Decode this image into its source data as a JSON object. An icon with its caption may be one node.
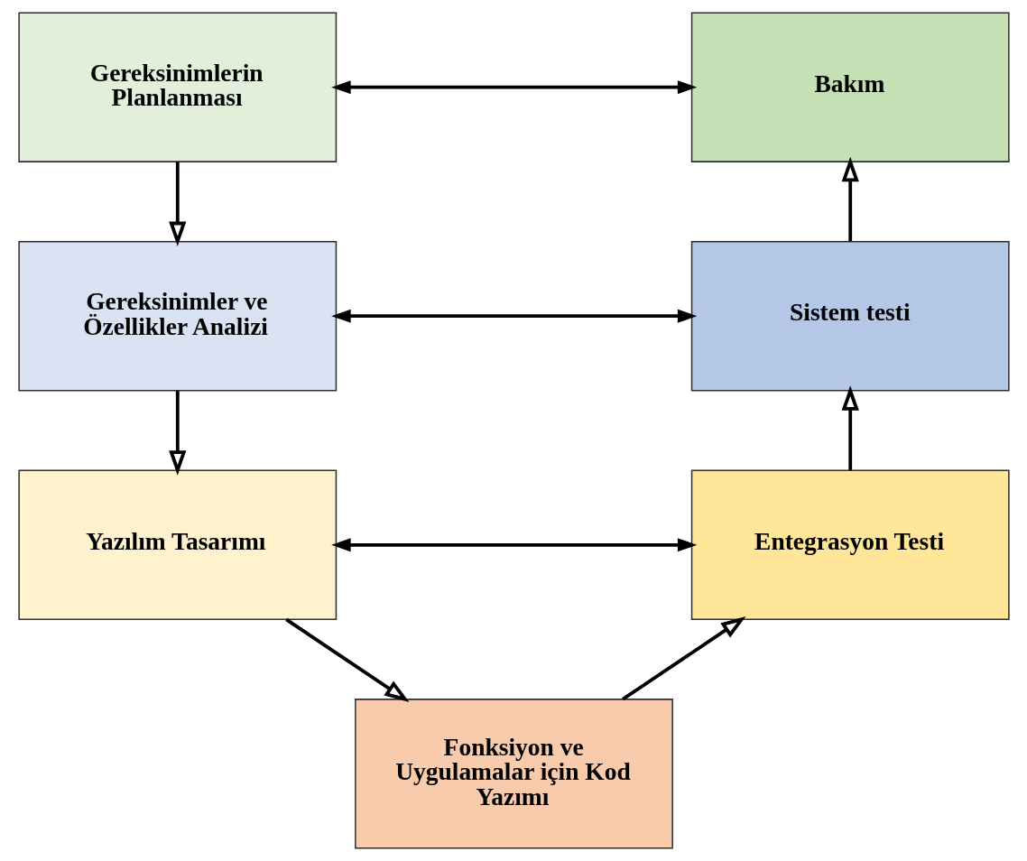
{
  "diagram": {
    "nodes": [
      {
        "text": [
          "Gereksinimlerin Planlanması"
        ]
      },
      {
        "text": [
          "Bakım"
        ]
      },
      {
        "text": [
          "Gereksinimler ve Özellikler Analizi"
        ]
      },
      {
        "text": [
          "Sistem testi"
        ]
      },
      {
        "text": [
          "Yazılım Tasarımı"
        ]
      },
      {
        "text": [
          "Entegrasyon Testi"
        ]
      },
      {
        "text": [
          "Fonksiyon ve Uygulamalar için Kod Yazımı"
        ]
      }
    ],
    "edges": [
      {
        "from": 0,
        "to": 1,
        "arrow": "both"
      },
      {
        "from": 0,
        "to": 2,
        "arrow": "to"
      },
      {
        "from": 2,
        "to": 3,
        "arrow": "both"
      },
      {
        "from": 2,
        "to": 4,
        "arrow": "to"
      },
      {
        "from": 4,
        "to": 5,
        "arrow": "both"
      },
      {
        "from": 4,
        "to": 6,
        "arrow": "to"
      },
      {
        "from": 6,
        "to": 5,
        "arrow": "to"
      },
      {
        "from": 5,
        "to": 3,
        "arrow": "to"
      },
      {
        "from": 3,
        "to": 1,
        "arrow": "to"
      }
    ]
  }
}
